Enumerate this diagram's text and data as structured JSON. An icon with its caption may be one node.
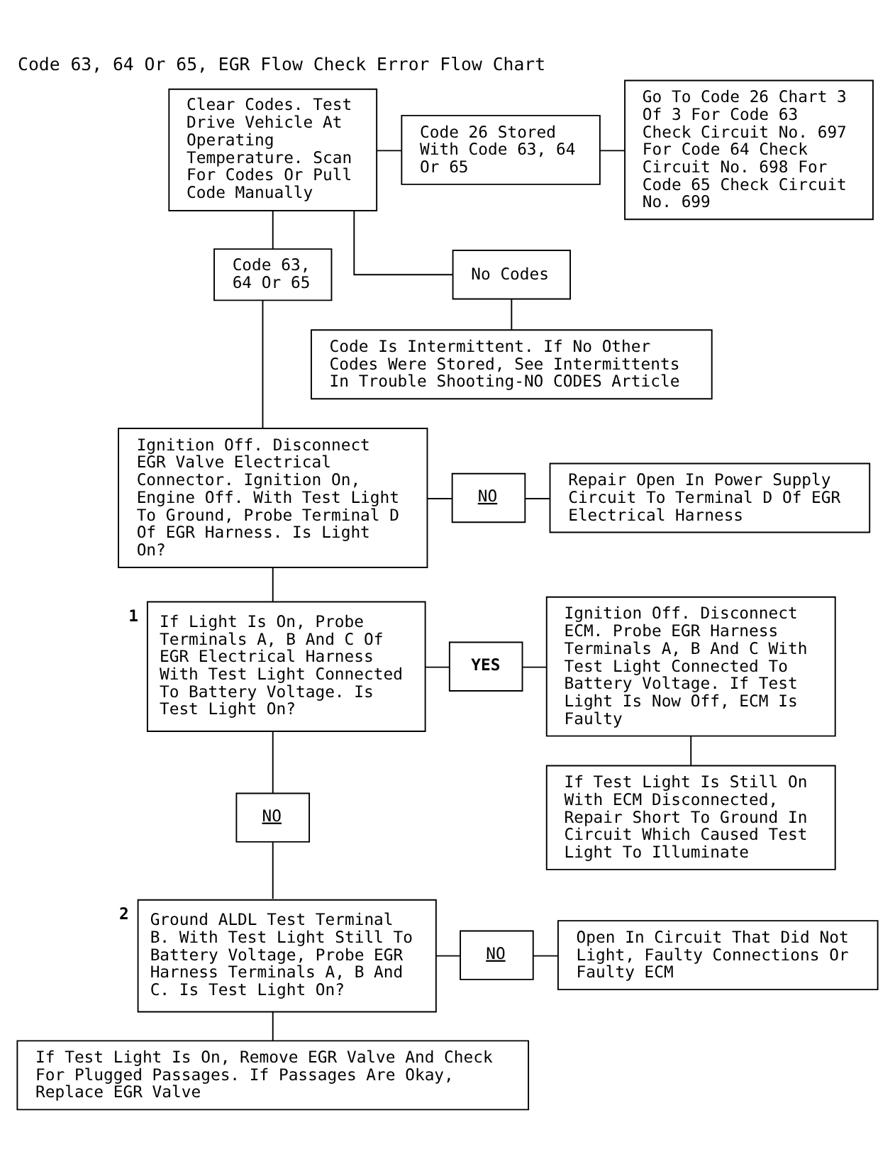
{
  "diagram": {
    "title": "Code 63, 64 Or 65, EGR Flow Check Error Flow Chart",
    "nodes": [
      {
        "text": [
          "Clear Codes. Test Drive Vehicle At Operating Temperature. Scan For Codes Or Pull Code Manually"
        ]
      },
      {
        "text": [
          "Code 26 Stored With Code 63, 64 Or 65"
        ]
      },
      {
        "text": [
          "Go To Code 26 Chart 3 Of 3 For Code 63 Check Circuit No. 697 For Code 64 Check Circuit No. 698 For Code 65 Check Circuit No. 699"
        ]
      },
      {
        "text": [
          "Code 63, 64 Or 65"
        ]
      },
      {
        "text": [
          "No Codes"
        ]
      },
      {
        "text": [
          "Code Is Intermittent. If No Other Codes Were Stored, See Intermittents In Trouble Shooting-NO CODES Article"
        ]
      },
      {
        "text": [
          "Ignition Off. Disconnect EGR Valve Electrical Connector. Ignition On, Engine Off. With Test Light To Ground, Probe Terminal D Of EGR Harness. Is Light On?"
        ]
      },
      {
        "text": [
          "NO"
        ]
      },
      {
        "text": [
          "Repair Open In Power Supply Circuit To Terminal D Of EGR Electrical Harness"
        ]
      },
      {
        "text": [
          "If Light Is On, Probe Terminals A, B And C Of EGR Electrical Harness With Test Light Connected To Battery Voltage. Is Test Light On?"
        ],
        "beside": [
          "1"
        ]
      },
      {
        "text": [
          "YES"
        ]
      },
      {
        "text": [
          "Ignition Off. Disconnect ECM. Probe EGR Harness Terminals A, B And C With Test Light Connected To Battery Voltage. If Test Light Is Now Off, ECM Is Faulty"
        ]
      },
      {
        "text": [
          "If Test Light Is Still On With ECM Disconnected, Repair Short To Ground In Circuit Which Caused Test Light To Illuminate"
        ]
      },
      {
        "text": [
          "NO"
        ]
      },
      {
        "text": [
          "Ground ALDL Test Terminal B. With Test Light Still To Battery Voltage, Probe EGR Harness Terminals A, B And C. Is Test Light On?"
        ],
        "beside": [
          "2"
        ]
      },
      {
        "text": [
          "NO"
        ]
      },
      {
        "text": [
          "Open In Circuit That Did Not Light, Faulty Connections Or Faulty ECM"
        ]
      },
      {
        "text": [
          "If Test Light Is On, Remove EGR Valve And Check For Plugged Passages. If Passages Are Okay, Replace EGR Valve"
        ]
      }
    ],
    "edges": [
      {
        "from": 0,
        "to": 1,
        "arrow": "none"
      },
      {
        "from": 1,
        "to": 2,
        "arrow": "none"
      },
      {
        "from": 0,
        "to": 4,
        "arrow": "none"
      },
      {
        "from": 0,
        "to": 3,
        "arrow": "none"
      },
      {
        "from": 4,
        "to": 5,
        "arrow": "none"
      },
      {
        "from": 3,
        "to": 6,
        "arrow": "none"
      },
      {
        "from": 6,
        "to": 7,
        "arrow": "none"
      },
      {
        "from": 7,
        "to": 8,
        "arrow": "none"
      },
      {
        "from": 6,
        "to": 9,
        "arrow": "none"
      },
      {
        "from": 9,
        "to": 10,
        "arrow": "none"
      },
      {
        "from": 10,
        "to": 11,
        "arrow": "none"
      },
      {
        "from": 11,
        "to": 12,
        "arrow": "none"
      },
      {
        "from": 9,
        "to": 13,
        "arrow": "none"
      },
      {
        "from": 13,
        "to": 14,
        "arrow": "none"
      },
      {
        "from": 14,
        "to": 15,
        "arrow": "none"
      },
      {
        "from": 15,
        "to": 16,
        "arrow": "none"
      },
      {
        "from": 14,
        "to": 17,
        "arrow": "none"
      }
    ]
  }
}
